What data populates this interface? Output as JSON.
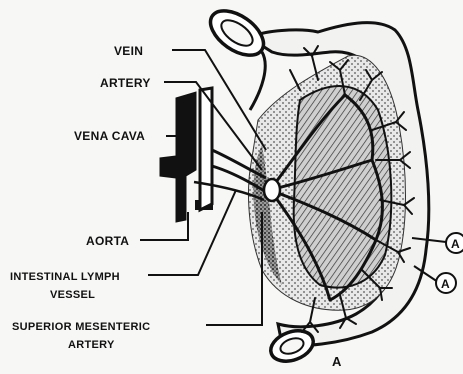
{
  "labels": {
    "vein": "VEIN",
    "artery": "ARTERY",
    "vena_cava": "VENA CAVA",
    "aorta": "AORTA",
    "intestinal_lymph_vessel_line1": "INTESTINAL LYMPH",
    "intestinal_lymph_vessel_line2": "VESSEL",
    "superior_mesenteric_artery_line1": "SUPERIOR MESENTERIC",
    "superior_mesenteric_artery_line2": "ARTERY",
    "callout_a_upper": "A",
    "callout_a_lower": "A",
    "figure_letter": "A"
  },
  "icons": [
    "intestine-illustration",
    "mesentery-vessels-illustration",
    "vena-cava-aorta-illustration"
  ]
}
